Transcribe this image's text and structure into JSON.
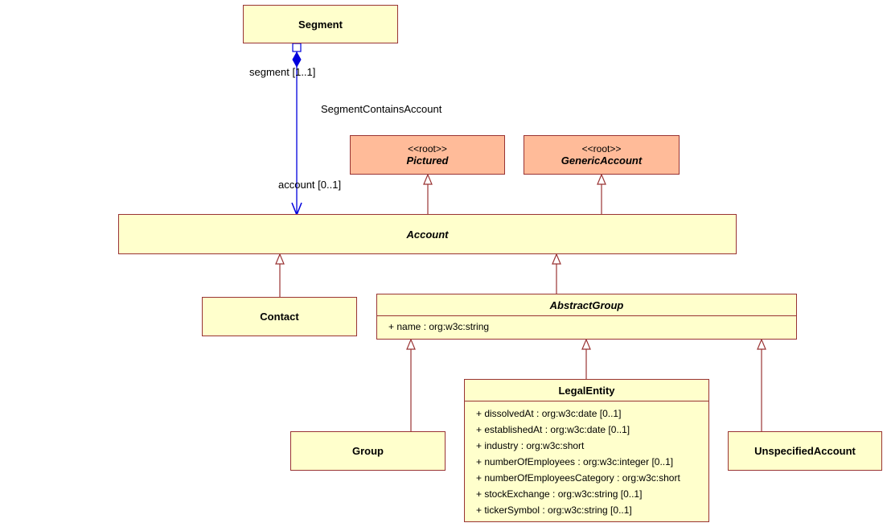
{
  "classes": {
    "segment": {
      "name": "Segment"
    },
    "pictured": {
      "stereotype": "<<root>>",
      "name": "Pictured"
    },
    "generic_account": {
      "stereotype": "<<root>>",
      "name": "GenericAccount"
    },
    "account": {
      "name": "Account"
    },
    "contact": {
      "name": "Contact"
    },
    "abstract_group": {
      "name": "AbstractGroup",
      "attributes": [
        "+ name : org:w3c:string"
      ]
    },
    "group": {
      "name": "Group"
    },
    "legal_entity": {
      "name": "LegalEntity",
      "attributes": [
        "+ dissolvedAt : org:w3c:date [0..1]",
        "+ establishedAt : org:w3c:date [0..1]",
        "+ industry : org:w3c:short",
        "+ numberOfEmployees : org:w3c:integer [0..1]",
        "+ numberOfEmployeesCategory : org:w3c:short",
        "+ stockExchange : org:w3c:string [0..1]",
        "+ tickerSymbol : org:w3c:string [0..1]"
      ]
    },
    "unspecified_account": {
      "name": "UnspecifiedAccount"
    }
  },
  "association": {
    "name": "SegmentContainsAccount",
    "source_role": "segment [1..1]",
    "target_role": "account [0..1]"
  },
  "colors": {
    "class_fill": "#ffffcc",
    "root_fill": "#ffbb99",
    "border": "#993333",
    "association": "#0000dd"
  }
}
